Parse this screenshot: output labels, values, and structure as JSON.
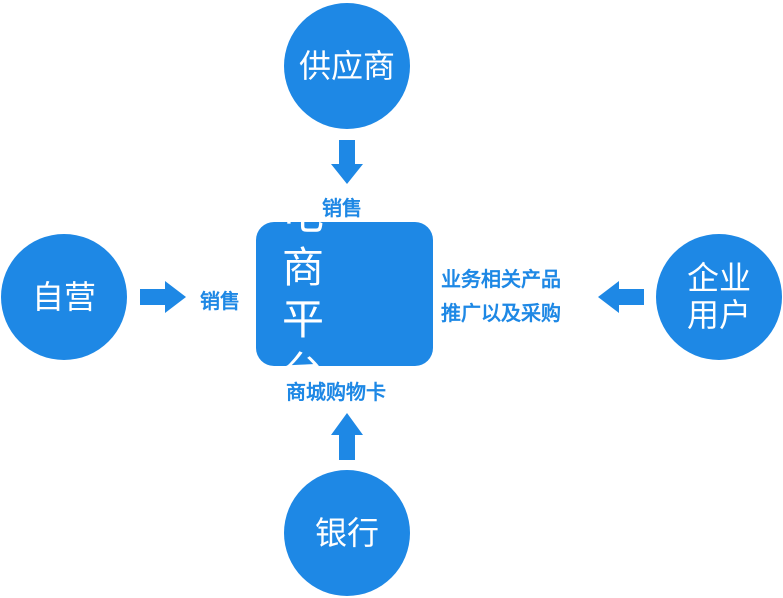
{
  "colors": {
    "accent": "#1e88e5",
    "text_on_accent": "#ffffff"
  },
  "center": {
    "line1": "电 商",
    "line2": "平 台"
  },
  "nodes": {
    "supplier": "供应商",
    "self_operated": "自营",
    "enterprise_users": "企业\n用户",
    "bank": "银行"
  },
  "edges": {
    "supplier_label": "销售",
    "self_operated_label": "销售",
    "enterprise_label": "业务相关产品\n推广以及采购",
    "bank_label": "商城购物卡"
  }
}
